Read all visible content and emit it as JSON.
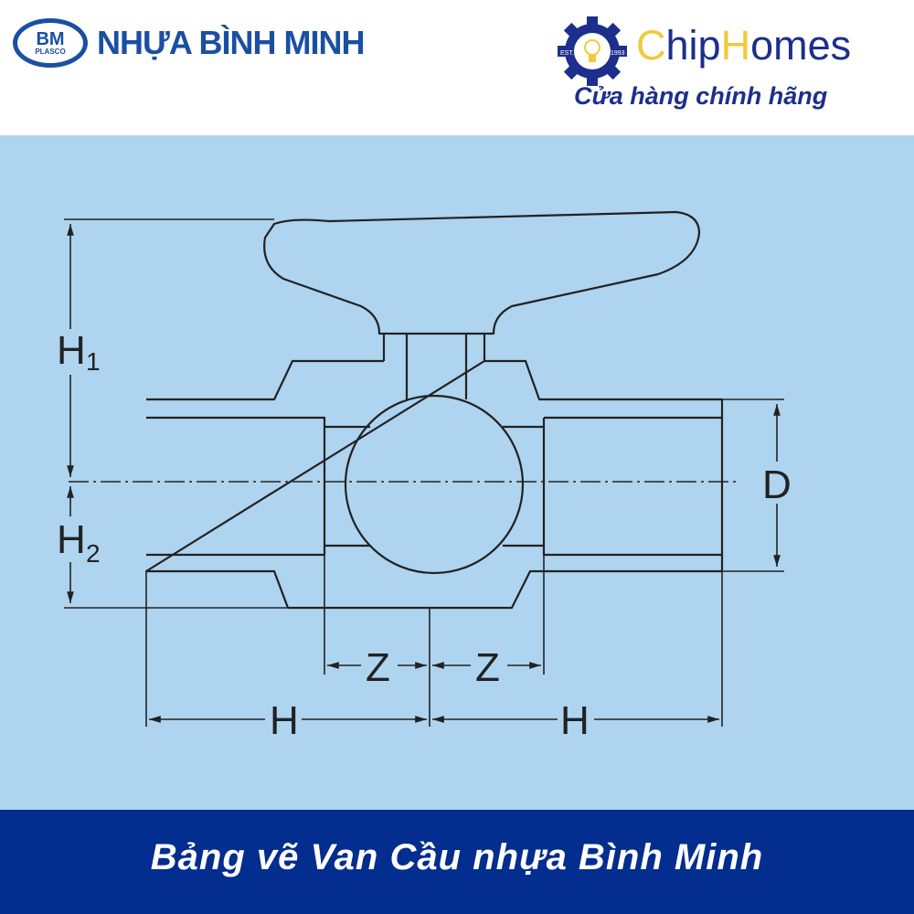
{
  "header": {
    "brand_left": {
      "mark_top": "BM",
      "mark_bottom": "PLASCO",
      "name": "NHỰA BÌNH MINH"
    },
    "brand_right": {
      "name_part1": "C",
      "name_part2": "hip",
      "name_part3": "H",
      "name_part4": "omes",
      "est_left": "EST.",
      "est_right": "1993",
      "tagline": "Cửa hàng chính hãng"
    }
  },
  "drawing": {
    "labels": {
      "h1": "H",
      "h1_sub": "1",
      "h2": "H",
      "h2_sub": "2",
      "d": "D",
      "z_left": "Z",
      "z_right": "Z",
      "h_left": "H",
      "h_right": "H"
    }
  },
  "footer": {
    "caption": "Bảng vẽ Van Cầu nhựa Bình Minh"
  },
  "colors": {
    "background": "#aed4ef",
    "footer": "#032d8e",
    "brand_blue": "#1a4fa3",
    "accent_yellow": "#f1c93a"
  }
}
